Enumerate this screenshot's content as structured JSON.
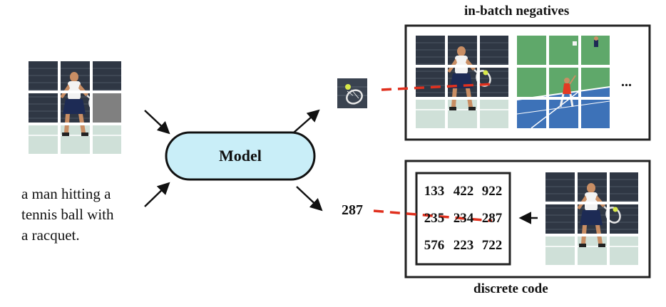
{
  "caption_lines": [
    "a man hitting a",
    "tennis ball with",
    "a racquet."
  ],
  "model_label": "Model",
  "top_panel_title": "in-batch negatives",
  "bottom_panel_title": "discrete code",
  "ellipsis": "...",
  "predicted_code": "287",
  "code_grid": [
    [
      "133",
      "422",
      "922"
    ],
    [
      "235",
      "234",
      "287"
    ],
    [
      "576",
      "223",
      "722"
    ]
  ],
  "colors": {
    "model_fill": "#c9eef8",
    "dashed_line": "#e0301e",
    "court_green": "#5fa86a",
    "court_blue": "#3d72b8",
    "fence_dark": "#2e3540",
    "player_shirt": "#f3f3f3",
    "player_shorts": "#1d2b55",
    "skin": "#c98e64"
  },
  "icons": [
    "arrow-icon",
    "tennis-ball-icon",
    "racquet-icon"
  ]
}
